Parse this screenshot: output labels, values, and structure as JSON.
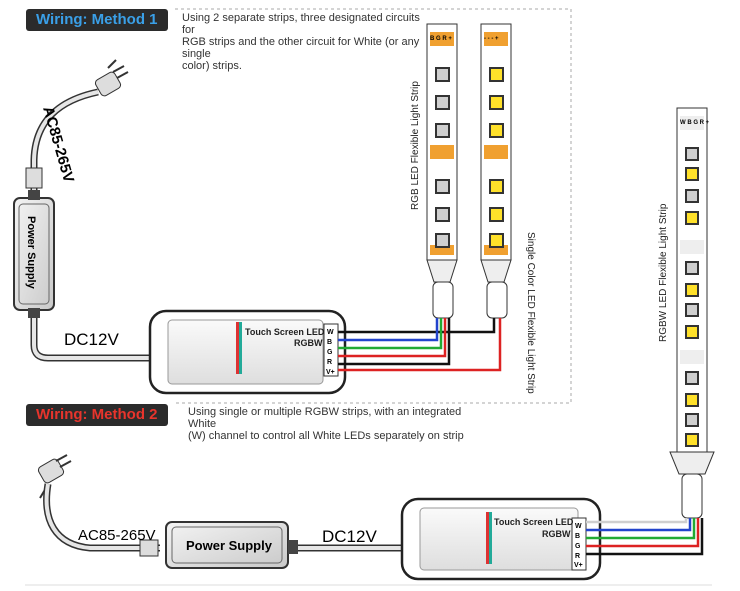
{
  "method1": {
    "title": "Wiring: Method 1",
    "title_color": "#3aa0e8",
    "description": "Using 2 separate strips, three designated circuits for\nRGB strips and the other circuit for White (or any single\ncolor) strips.",
    "power_input": "AC85-265V",
    "power_supply": "Power Supply",
    "output": "DC12V",
    "controller_line1": "Touch Screen LED",
    "controller_line2": "RGBW",
    "terminals": [
      "W",
      "B",
      "G",
      "R",
      "V+"
    ],
    "strip_rgb_label": "RGB LED Flexible Light Strip",
    "strip_single_label": "Single Color LED Flexible Light Strip",
    "rgb_pad_labels": "B G R +",
    "single_pad_labels": "- - - +"
  },
  "method2": {
    "title": "Wiring: Method 2",
    "title_color": "#e8342c",
    "description": "Using single or multiple RGBW strips, with an integrated White\n(W) channel to control all White LEDs separately on strip",
    "power_input": "AC85-265V",
    "power_supply": "Power Supply",
    "output": "DC12V",
    "controller_line1": "Touch Screen LED",
    "controller_line2": "RGBW",
    "terminals": [
      "W",
      "B",
      "G",
      "R",
      "V+"
    ],
    "strip_rgbw_label": "RGBW LED Flexible Light Strip",
    "rgbw_pad_labels": "W B G R +"
  },
  "colors": {
    "wire_white": "#cfcfcf",
    "wire_blue": "#2244cc",
    "wire_green": "#22aa33",
    "wire_red": "#dd2222",
    "wire_black": "#111111",
    "led_yellow": "#ffe12a",
    "led_gray": "#cfcfcf",
    "pad_orange": "#f0a030"
  }
}
